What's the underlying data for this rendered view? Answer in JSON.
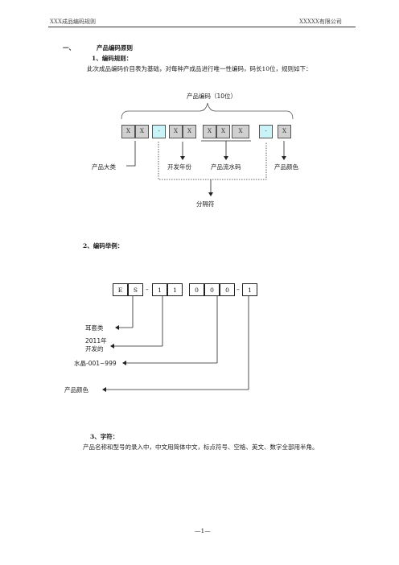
{
  "header": {
    "left": "XXX成品编码规则",
    "right": "XXXXX有限公司"
  },
  "section1": {
    "number": "一、",
    "title": "产品编码原则",
    "sub1_title": "1、编码规则：",
    "sub1_text": "此次成品编码价目表为基础，对每种产成品进行唯一性编码，码长10位，规则如下："
  },
  "diagram1": {
    "brace_label": "产品编码（10位）",
    "boxes": [
      "X",
      "X",
      "-",
      "X",
      "X",
      "X",
      "X",
      "X",
      "-",
      "X"
    ],
    "labels": {
      "category": "产品大类",
      "year": "开发年份",
      "serial": "产品流水码",
      "color": "产品颜色",
      "separator": "分隔符"
    }
  },
  "section2": {
    "title": "2、编码举例："
  },
  "diagram2": {
    "boxes": [
      "E",
      "S",
      "1",
      "1",
      "0",
      "0",
      "0",
      "1"
    ],
    "dashes": [
      "–",
      "–"
    ],
    "labels": {
      "category": "耳套类",
      "year_line1": "2011年",
      "year_line2": "开发的",
      "serial": "水晶-001~999",
      "color": "产品颜色"
    }
  },
  "section3": {
    "title": "3、字符：",
    "text": "产品名称和型号的录入中，中文用简体中文，标点符号、空格、英文、数字全部用半角。"
  },
  "footer": {
    "page": "—1—"
  }
}
